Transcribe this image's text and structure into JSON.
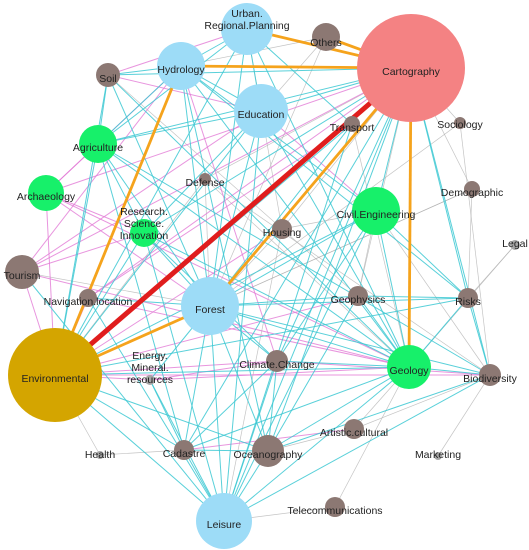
{
  "colors": {
    "gray_node": "#8c7873",
    "light_node": "#a6a6a6",
    "blue_node": "#9ddcf7",
    "green_node": "#17f06a",
    "red_node": "#f48283",
    "gold_node": "#d4a500",
    "edge_cyan": "#3cc8d2",
    "edge_pink": "#e27ad6",
    "edge_gray": "#b0b0b0",
    "edge_orange": "#f5a31c",
    "edge_red": "#e01d1d"
  },
  "nodes": [
    {
      "id": "cartography",
      "label": "Cartography",
      "color": "red"
    },
    {
      "id": "environmental",
      "label": "Environmental",
      "color": "gold"
    },
    {
      "id": "urban",
      "label": "Urban.\nRegional.Planning",
      "color": "blue"
    },
    {
      "id": "others",
      "label": "Others",
      "color": "gray"
    },
    {
      "id": "hydrology",
      "label": "Hydrology",
      "color": "blue"
    },
    {
      "id": "soil",
      "label": "Soil",
      "color": "gray"
    },
    {
      "id": "education",
      "label": "Education",
      "color": "blue"
    },
    {
      "id": "transport",
      "label": "Transport",
      "color": "gray"
    },
    {
      "id": "sociology",
      "label": "Sociology",
      "color": "gray"
    },
    {
      "id": "agriculture",
      "label": "Agriculture",
      "color": "green"
    },
    {
      "id": "defense",
      "label": "Defense",
      "color": "gray"
    },
    {
      "id": "demographic",
      "label": "Demographic",
      "color": "gray"
    },
    {
      "id": "archaeology",
      "label": "Archaeology",
      "color": "green"
    },
    {
      "id": "civil",
      "label": "Civil.Engineering",
      "color": "green"
    },
    {
      "id": "research",
      "label": "Research.\nScience.\nInnovation",
      "color": "green"
    },
    {
      "id": "housing",
      "label": "Housing",
      "color": "gray"
    },
    {
      "id": "legal",
      "label": "Legal",
      "color": "light"
    },
    {
      "id": "tourism",
      "label": "Tourism",
      "color": "gray"
    },
    {
      "id": "navigation",
      "label": "Navigation.location",
      "color": "gray"
    },
    {
      "id": "forest",
      "label": "Forest",
      "color": "blue"
    },
    {
      "id": "geophysics",
      "label": "Geophysics",
      "color": "gray"
    },
    {
      "id": "risks",
      "label": "Risks",
      "color": "gray"
    },
    {
      "id": "energy",
      "label": "Energy.\nMineral.\nresources",
      "color": "light"
    },
    {
      "id": "climate",
      "label": "Climate.Change",
      "color": "gray"
    },
    {
      "id": "geology",
      "label": "Geology",
      "color": "green"
    },
    {
      "id": "biodiversity",
      "label": "Biodiversity",
      "color": "gray"
    },
    {
      "id": "artistic",
      "label": "Artistic.cultural",
      "color": "gray"
    },
    {
      "id": "health",
      "label": "Health",
      "color": "light"
    },
    {
      "id": "cadastre",
      "label": "Cadastre",
      "color": "gray"
    },
    {
      "id": "oceanography",
      "label": "Oceanography",
      "color": "gray"
    },
    {
      "id": "marketing",
      "label": "Marketing",
      "color": "light"
    },
    {
      "id": "telecom",
      "label": "Telecommunications",
      "color": "gray"
    },
    {
      "id": "leisure",
      "label": "Leisure",
      "color": "blue"
    }
  ],
  "edges": [
    {
      "a": "environmental",
      "b": "cartography",
      "kind": "red"
    },
    {
      "a": "hydrology",
      "b": "cartography",
      "kind": "orange"
    },
    {
      "a": "urban",
      "b": "cartography",
      "kind": "orange"
    },
    {
      "a": "others",
      "b": "cartography",
      "kind": "orange"
    },
    {
      "a": "cartography",
      "b": "geology",
      "kind": "orange"
    },
    {
      "a": "cartography",
      "b": "forest",
      "kind": "orange"
    },
    {
      "a": "environmental",
      "b": "hydrology",
      "kind": "orange"
    },
    {
      "a": "environmental",
      "b": "forest",
      "kind": "orange"
    },
    {
      "a": "urban",
      "b": "hydrology",
      "kind": "cyan"
    },
    {
      "a": "urban",
      "b": "education",
      "kind": "cyan"
    },
    {
      "a": "urban",
      "b": "forest",
      "kind": "cyan"
    },
    {
      "a": "urban",
      "b": "environmental",
      "kind": "cyan"
    },
    {
      "a": "urban",
      "b": "agriculture",
      "kind": "cyan"
    },
    {
      "a": "urban",
      "b": "geology",
      "kind": "cyan"
    },
    {
      "a": "urban",
      "b": "soil",
      "kind": "pink"
    },
    {
      "a": "urban",
      "b": "transport",
      "kind": "cyan"
    },
    {
      "a": "urban",
      "b": "housing",
      "kind": "gray"
    },
    {
      "a": "hydrology",
      "b": "soil",
      "kind": "cyan"
    },
    {
      "a": "hydrology",
      "b": "agriculture",
      "kind": "cyan"
    },
    {
      "a": "hydrology",
      "b": "forest",
      "kind": "cyan"
    },
    {
      "a": "hydrology",
      "b": "geology",
      "kind": "cyan"
    },
    {
      "a": "hydrology",
      "b": "education",
      "kind": "cyan"
    },
    {
      "a": "hydrology",
      "b": "civil",
      "kind": "cyan"
    },
    {
      "a": "hydrology",
      "b": "tourism",
      "kind": "pink"
    },
    {
      "a": "hydrology",
      "b": "archaeology",
      "kind": "pink"
    },
    {
      "a": "hydrology",
      "b": "risks",
      "kind": "cyan"
    },
    {
      "a": "hydrology",
      "b": "climate",
      "kind": "pink"
    },
    {
      "a": "hydrology",
      "b": "oceanography",
      "kind": "cyan"
    },
    {
      "a": "soil",
      "b": "agriculture",
      "kind": "cyan"
    },
    {
      "a": "soil",
      "b": "forest",
      "kind": "cyan"
    },
    {
      "a": "soil",
      "b": "geology",
      "kind": "cyan"
    },
    {
      "a": "soil",
      "b": "environmental",
      "kind": "cyan"
    },
    {
      "a": "soil",
      "b": "cartography",
      "kind": "cyan"
    },
    {
      "a": "soil",
      "b": "education",
      "kind": "pink"
    },
    {
      "a": "soil",
      "b": "geophysics",
      "kind": "gray"
    },
    {
      "a": "education",
      "b": "cartography",
      "kind": "cyan"
    },
    {
      "a": "education",
      "b": "forest",
      "kind": "cyan"
    },
    {
      "a": "education",
      "b": "environmental",
      "kind": "cyan"
    },
    {
      "a": "education",
      "b": "geology",
      "kind": "cyan"
    },
    {
      "a": "education",
      "b": "agriculture",
      "kind": "cyan"
    },
    {
      "a": "education",
      "b": "civil",
      "kind": "pink"
    },
    {
      "a": "education",
      "b": "leisure",
      "kind": "cyan"
    },
    {
      "a": "education",
      "b": "tourism",
      "kind": "pink"
    },
    {
      "a": "education",
      "b": "research",
      "kind": "cyan"
    },
    {
      "a": "cartography",
      "b": "agriculture",
      "kind": "cyan"
    },
    {
      "a": "cartography",
      "b": "civil",
      "kind": "cyan"
    },
    {
      "a": "cartography",
      "b": "biodiversity",
      "kind": "cyan"
    },
    {
      "a": "cartography",
      "b": "risks",
      "kind": "cyan"
    },
    {
      "a": "cartography",
      "b": "archaeology",
      "kind": "pink"
    },
    {
      "a": "cartography",
      "b": "research",
      "kind": "cyan"
    },
    {
      "a": "cartography",
      "b": "leisure",
      "kind": "cyan"
    },
    {
      "a": "cartography",
      "b": "cadastre",
      "kind": "cyan"
    },
    {
      "a": "cartography",
      "b": "oceanography",
      "kind": "cyan"
    },
    {
      "a": "cartography",
      "b": "demographic",
      "kind": "gray"
    },
    {
      "a": "cartography",
      "b": "sociology",
      "kind": "gray"
    },
    {
      "a": "cartography",
      "b": "navigation",
      "kind": "pink"
    },
    {
      "a": "cartography",
      "b": "tourism",
      "kind": "pink"
    },
    {
      "a": "cartography",
      "b": "climate",
      "kind": "cyan"
    },
    {
      "a": "cartography",
      "b": "geophysics",
      "kind": "gray"
    },
    {
      "a": "cartography",
      "b": "housing",
      "kind": "gray"
    },
    {
      "a": "cartography",
      "b": "defense",
      "kind": "gray"
    },
    {
      "a": "transport",
      "b": "environmental",
      "kind": "cyan"
    },
    {
      "a": "transport",
      "b": "forest",
      "kind": "cyan"
    },
    {
      "a": "transport",
      "b": "geology",
      "kind": "gray"
    },
    {
      "a": "transport",
      "b": "leisure",
      "kind": "cyan"
    },
    {
      "a": "transport",
      "b": "navigation",
      "kind": "pink"
    },
    {
      "a": "agriculture",
      "b": "forest",
      "kind": "cyan"
    },
    {
      "a": "agriculture",
      "b": "environmental",
      "kind": "cyan"
    },
    {
      "a": "agriculture",
      "b": "geology",
      "kind": "cyan"
    },
    {
      "a": "agriculture",
      "b": "archaeology",
      "kind": "pink"
    },
    {
      "a": "agriculture",
      "b": "research",
      "kind": "cyan"
    },
    {
      "a": "agriculture",
      "b": "cadastre",
      "kind": "cyan"
    },
    {
      "a": "agriculture",
      "b": "biodiversity",
      "kind": "cyan"
    },
    {
      "a": "archaeology",
      "b": "forest",
      "kind": "pink"
    },
    {
      "a": "archaeology",
      "b": "geology",
      "kind": "pink"
    },
    {
      "a": "archaeology",
      "b": "environmental",
      "kind": "pink"
    },
    {
      "a": "archaeology",
      "b": "research",
      "kind": "pink"
    },
    {
      "a": "tourism",
      "b": "environmental",
      "kind": "pink"
    },
    {
      "a": "tourism",
      "b": "forest",
      "kind": "gray"
    },
    {
      "a": "tourism",
      "b": "leisure",
      "kind": "cyan"
    },
    {
      "a": "tourism",
      "b": "geology",
      "kind": "pink"
    },
    {
      "a": "forest",
      "b": "geology",
      "kind": "cyan"
    },
    {
      "a": "forest",
      "b": "leisure",
      "kind": "cyan"
    },
    {
      "a": "forest",
      "b": "biodiversity",
      "kind": "cyan"
    },
    {
      "a": "forest",
      "b": "risks",
      "kind": "cyan"
    },
    {
      "a": "forest",
      "b": "climate",
      "kind": "cyan"
    },
    {
      "a": "forest",
      "b": "cadastre",
      "kind": "cyan"
    },
    {
      "a": "forest",
      "b": "oceanography",
      "kind": "cyan"
    },
    {
      "a": "forest",
      "b": "civil",
      "kind": "cyan"
    },
    {
      "a": "forest",
      "b": "research",
      "kind": "cyan"
    },
    {
      "a": "forest",
      "b": "geophysics",
      "kind": "cyan"
    },
    {
      "a": "forest",
      "b": "housing",
      "kind": "gray"
    },
    {
      "a": "forest",
      "b": "navigation",
      "kind": "cyan"
    },
    {
      "a": "forest",
      "b": "energy",
      "kind": "cyan"
    },
    {
      "a": "geology",
      "b": "environmental",
      "kind": "cyan"
    },
    {
      "a": "geology",
      "b": "civil",
      "kind": "cyan"
    },
    {
      "a": "geology",
      "b": "biodiversity",
      "kind": "cyan"
    },
    {
      "a": "geology",
      "b": "risks",
      "kind": "cyan"
    },
    {
      "a": "geology",
      "b": "geophysics",
      "kind": "cyan"
    },
    {
      "a": "geology",
      "b": "oceanography",
      "kind": "cyan"
    },
    {
      "a": "geology",
      "b": "leisure",
      "kind": "cyan"
    },
    {
      "a": "geology",
      "b": "climate",
      "kind": "cyan"
    },
    {
      "a": "geology",
      "b": "cadastre",
      "kind": "cyan"
    },
    {
      "a": "geology",
      "b": "energy",
      "kind": "pink"
    },
    {
      "a": "geology",
      "b": "artistic",
      "kind": "gray"
    },
    {
      "a": "geology",
      "b": "research",
      "kind": "cyan"
    },
    {
      "a": "environmental",
      "b": "civil",
      "kind": "cyan"
    },
    {
      "a": "environmental",
      "b": "biodiversity",
      "kind": "pink"
    },
    {
      "a": "environmental",
      "b": "leisure",
      "kind": "cyan"
    },
    {
      "a": "environmental",
      "b": "climate",
      "kind": "pink"
    },
    {
      "a": "environmental",
      "b": "cadastre",
      "kind": "cyan"
    },
    {
      "a": "environmental",
      "b": "oceanography",
      "kind": "cyan"
    },
    {
      "a": "environmental",
      "b": "research",
      "kind": "cyan"
    },
    {
      "a": "environmental",
      "b": "risks",
      "kind": "cyan"
    },
    {
      "a": "environmental",
      "b": "health",
      "kind": "gray"
    },
    {
      "a": "environmental",
      "b": "energy",
      "kind": "pink"
    },
    {
      "a": "environmental",
      "b": "navigation",
      "kind": "pink"
    },
    {
      "a": "environmental",
      "b": "geophysics",
      "kind": "pink"
    },
    {
      "a": "civil",
      "b": "risks",
      "kind": "cyan"
    },
    {
      "a": "civil",
      "b": "biodiversity",
      "kind": "gray"
    },
    {
      "a": "civil",
      "b": "leisure",
      "kind": "cyan"
    },
    {
      "a": "civil",
      "b": "housing",
      "kind": "gray"
    },
    {
      "a": "civil",
      "b": "geophysics",
      "kind": "gray"
    },
    {
      "a": "civil",
      "b": "climate",
      "kind": "cyan"
    },
    {
      "a": "defense",
      "b": "environmental",
      "kind": "gray"
    },
    {
      "a": "defense",
      "b": "forest",
      "kind": "gray"
    },
    {
      "a": "defense",
      "b": "geology",
      "kind": "gray"
    },
    {
      "a": "defense",
      "b": "biodiversity",
      "kind": "gray"
    },
    {
      "a": "demographic",
      "b": "environmental",
      "kind": "gray"
    },
    {
      "a": "demographic",
      "b": "risks",
      "kind": "gray"
    },
    {
      "a": "demographic",
      "b": "forest",
      "kind": "gray"
    },
    {
      "a": "sociology",
      "b": "biodiversity",
      "kind": "gray"
    },
    {
      "a": "sociology",
      "b": "forest",
      "kind": "gray"
    },
    {
      "a": "legal",
      "b": "risks",
      "kind": "gray"
    },
    {
      "a": "legal",
      "b": "geology",
      "kind": "gray"
    },
    {
      "a": "housing",
      "b": "environmental",
      "kind": "pink"
    },
    {
      "a": "housing",
      "b": "leisure",
      "kind": "gray"
    },
    {
      "a": "research",
      "b": "leisure",
      "kind": "cyan"
    },
    {
      "a": "research",
      "b": "climate",
      "kind": "cyan"
    },
    {
      "a": "research",
      "b": "tourism",
      "kind": "pink"
    },
    {
      "a": "navigation",
      "b": "leisure",
      "kind": "cyan"
    },
    {
      "a": "navigation",
      "b": "geology",
      "kind": "pink"
    },
    {
      "a": "geophysics",
      "b": "oceanography",
      "kind": "cyan"
    },
    {
      "a": "geophysics",
      "b": "risks",
      "kind": "cyan"
    },
    {
      "a": "risks",
      "b": "biodiversity",
      "kind": "cyan"
    },
    {
      "a": "climate",
      "b": "oceanography",
      "kind": "cyan"
    },
    {
      "a": "climate",
      "b": "cadastre",
      "kind": "cyan"
    },
    {
      "a": "climate",
      "b": "biodiversity",
      "kind": "pink"
    },
    {
      "a": "climate",
      "b": "leisure",
      "kind": "cyan"
    },
    {
      "a": "climate",
      "b": "energy",
      "kind": "pink"
    },
    {
      "a": "cadastre",
      "b": "leisure",
      "kind": "cyan"
    },
    {
      "a": "cadastre",
      "b": "oceanography",
      "kind": "cyan"
    },
    {
      "a": "cadastre",
      "b": "artistic",
      "kind": "pink"
    },
    {
      "a": "oceanography",
      "b": "leisure",
      "kind": "cyan"
    },
    {
      "a": "oceanography",
      "b": "biodiversity",
      "kind": "cyan"
    },
    {
      "a": "oceanography",
      "b": "artistic",
      "kind": "gray"
    },
    {
      "a": "biodiversity",
      "b": "leisure",
      "kind": "cyan"
    },
    {
      "a": "biodiversity",
      "b": "marketing",
      "kind": "gray"
    },
    {
      "a": "biodiversity",
      "b": "artistic",
      "kind": "gray"
    },
    {
      "a": "telecom",
      "b": "geology",
      "kind": "gray"
    },
    {
      "a": "telecom",
      "b": "leisure",
      "kind": "gray"
    },
    {
      "a": "energy",
      "b": "cadastre",
      "kind": "cyan"
    },
    {
      "a": "energy",
      "b": "leisure",
      "kind": "cyan"
    },
    {
      "a": "health",
      "b": "cadastre",
      "kind": "gray"
    },
    {
      "a": "others",
      "b": "education",
      "kind": "gray"
    },
    {
      "a": "others",
      "b": "hydrology",
      "kind": "gray"
    },
    {
      "a": "others",
      "b": "forest",
      "kind": "gray"
    }
  ]
}
